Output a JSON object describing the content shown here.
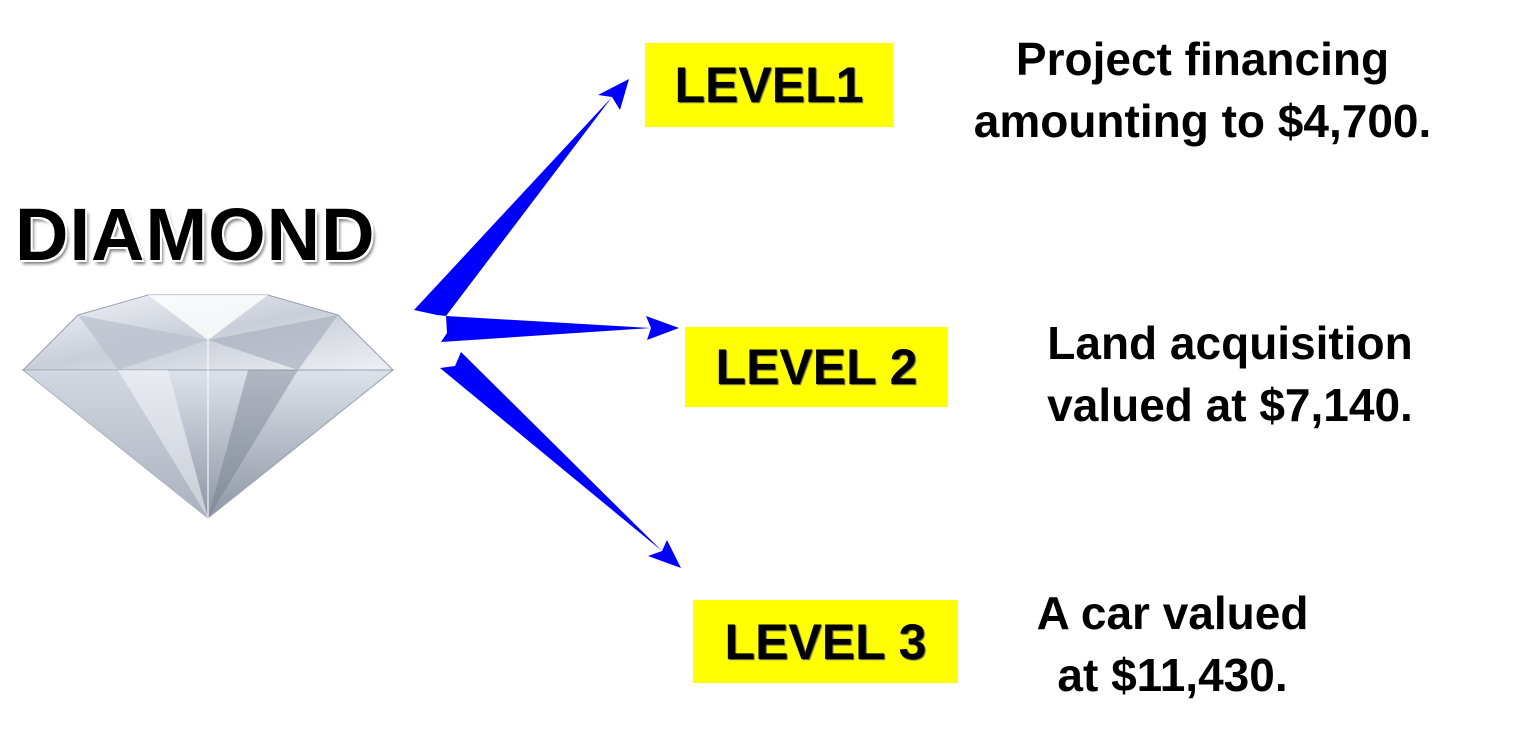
{
  "title": "DIAMOND",
  "colors": {
    "arrow": "#0000ff",
    "label_bg": "#ffff00"
  },
  "levels": [
    {
      "label": "LEVEL1",
      "line1": "Project financing",
      "line2": "amounting to $4,700."
    },
    {
      "label": "LEVEL 2",
      "line1": "Land acquisition",
      "line2": "valued at $7,140."
    },
    {
      "label": "LEVEL 3",
      "line1": "A car valued",
      "line2": "at $11,430."
    }
  ]
}
